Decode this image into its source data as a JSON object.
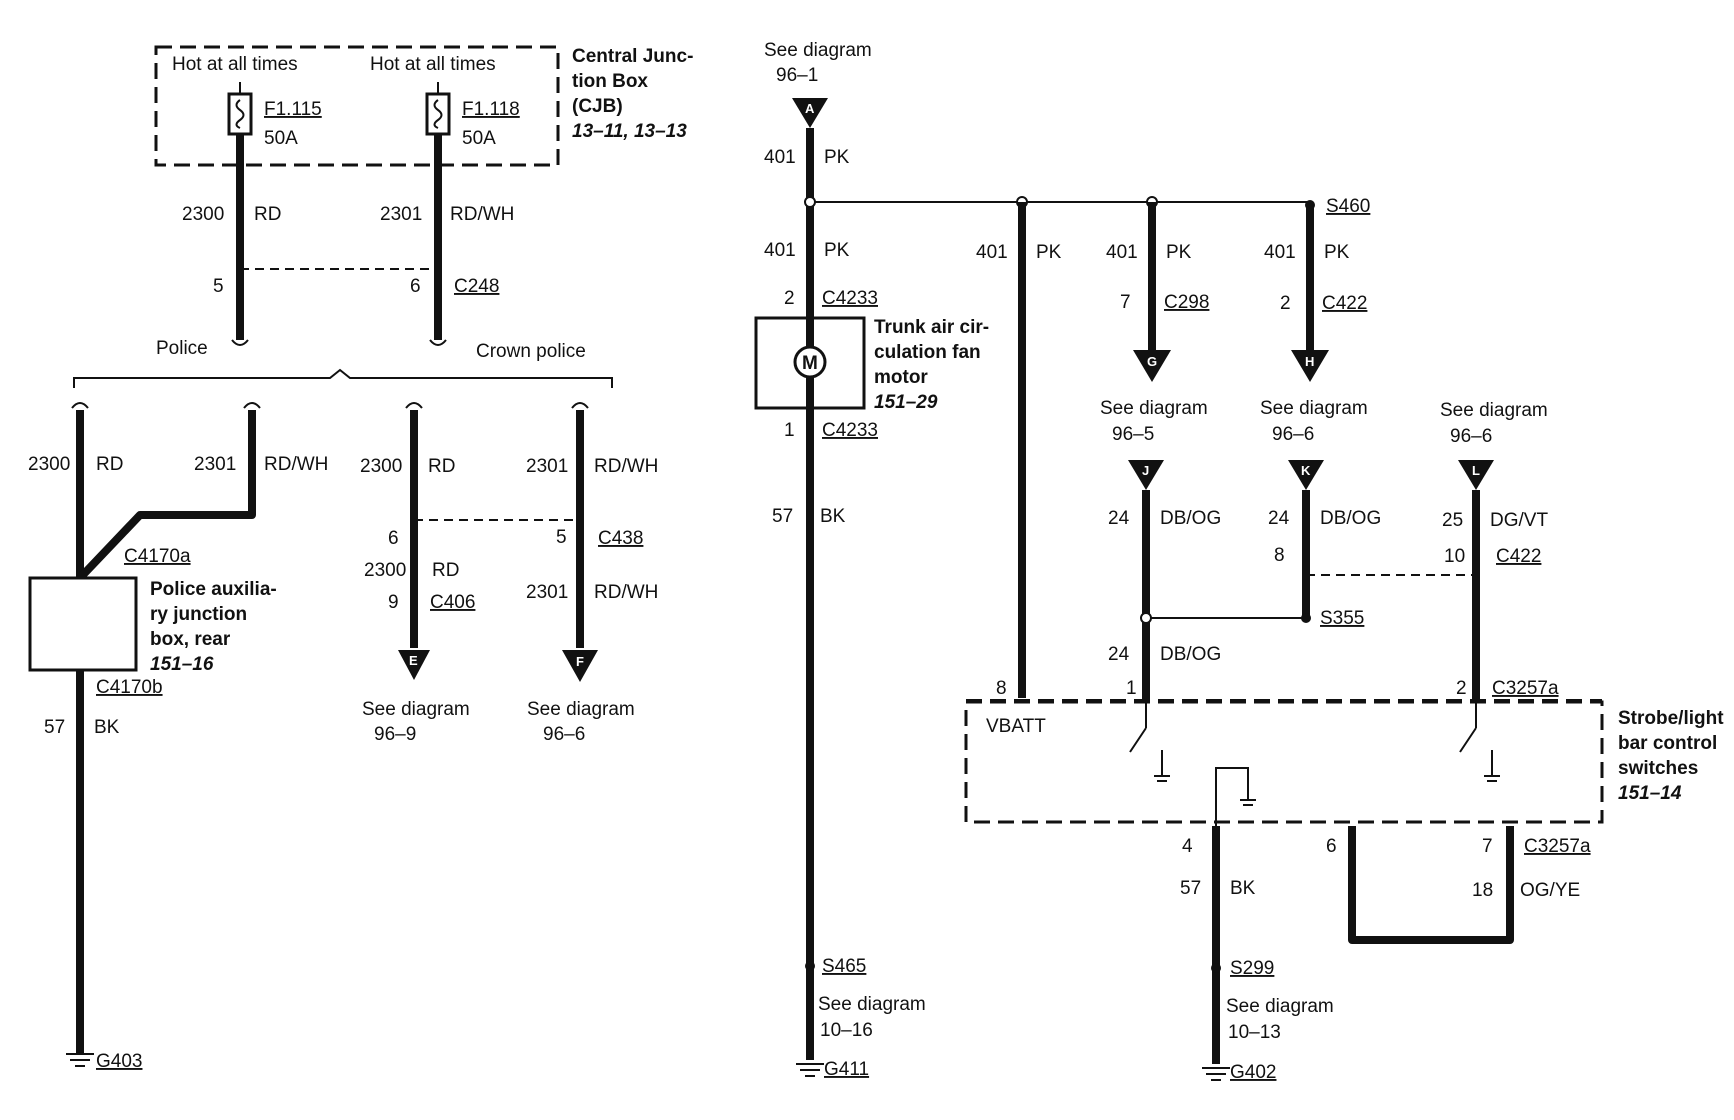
{
  "cjb": {
    "hot1": "Hot at all times",
    "hot2": "Hot at all times",
    "fuse1": {
      "id": "F1.115",
      "rating": "50A"
    },
    "fuse2": {
      "id": "F1.118",
      "rating": "50A"
    },
    "title1": "Central Junc-",
    "title2": "tion Box",
    "title3": "(CJB)",
    "ref": "13–11, 13–13"
  },
  "left": {
    "w1_circuit": "2300",
    "w1_color": "RD",
    "w2_circuit": "2301",
    "w2_color": "RD/WH",
    "c248_pin1": "5",
    "c248_pin2": "6",
    "c248": "C248",
    "police": "Police",
    "crown_police": "Crown police",
    "lw1_circuit": "2300",
    "lw1_color": "RD",
    "lw2_circuit": "2301",
    "lw2_color": "RD/WH",
    "c4170a": "C4170a",
    "pajb1": "Police auxilia-",
    "pajb2": "ry junction",
    "pajb3": "box, rear",
    "pajb_ref": "151–16",
    "c4170b": "C4170b",
    "gw_circuit": "57",
    "gw_color": "BK",
    "g403": "G403",
    "rw1_circuit": "2300",
    "rw1_color": "RD",
    "rw2_circuit": "2301",
    "rw2_color": "RD/WH",
    "c438_pin1": "6",
    "c438_pin2": "5",
    "c438": "C438",
    "rw3_circuit": "2300",
    "rw3_color": "RD",
    "rw4_circuit": "2301",
    "rw4_color": "RD/WH",
    "c406_pin": "9",
    "c406": "C406",
    "arrowE": "E",
    "arrowF": "F",
    "see1": "See diagram",
    "see1_ref": "96–9",
    "see2": "See diagram",
    "see2_ref": "96–6"
  },
  "center": {
    "see": "See diagram",
    "see_ref": "96–1",
    "arrowA": "A",
    "w1_circuit": "401",
    "w1_color": "PK",
    "w2_circuit": "401",
    "w2_color": "PK",
    "c4233_pin2": "2",
    "c4233_top": "C4233",
    "motor_label": "M",
    "motor1": "Trunk air cir-",
    "motor2": "culation fan",
    "motor3": "motor",
    "motor_ref": "151–29",
    "c4233_pin1": "1",
    "c4233_bot": "C4233",
    "w3_circuit": "57",
    "w3_color": "BK",
    "s465": "S465",
    "see2": "See diagram",
    "see2_ref": "10–16",
    "g411": "G411"
  },
  "right": {
    "s460": "S460",
    "b1_circuit": "401",
    "b1_color": "PK",
    "b2_circuit": "401",
    "b2_color": "PK",
    "b3_circuit": "401",
    "b3_color": "PK",
    "c298_pin": "7",
    "c298": "C298",
    "c422a_pin": "2",
    "c422a": "C422",
    "arrowG": "G",
    "arrowH": "H",
    "seeG": "See diagram",
    "seeG_ref": "96–5",
    "seeH": "See diagram",
    "seeH_ref": "96–6",
    "seeL": "See diagram",
    "seeL_ref": "96–6",
    "arrowJ": "J",
    "arrowK": "K",
    "arrowL": "L",
    "j_circuit": "24",
    "j_color": "DB/OG",
    "k_circuit": "24",
    "k_color": "DB/OG",
    "l_circuit": "25",
    "l_color": "DG/VT",
    "c422b_pin1": "8",
    "c422b_pin2": "10",
    "c422b": "C422",
    "s355": "S355",
    "j2_circuit": "24",
    "j2_color": "DB/OG",
    "pin8": "8",
    "pin1": "1",
    "pin2": "2",
    "c3257a_top": "C3257a",
    "vbatt": "VBATT",
    "sw1": "Strobe/light",
    "sw2": "bar control",
    "sw3": "switches",
    "sw_ref": "151–14",
    "pin4": "4",
    "pin6": "6",
    "pin7": "7",
    "c3257a_bot": "C3257a",
    "g_circuit": "57",
    "g_color": "BK",
    "og_circuit": "18",
    "og_color": "OG/YE",
    "s299": "S299",
    "see": "See diagram",
    "see_ref": "10–13",
    "g402": "G402"
  }
}
